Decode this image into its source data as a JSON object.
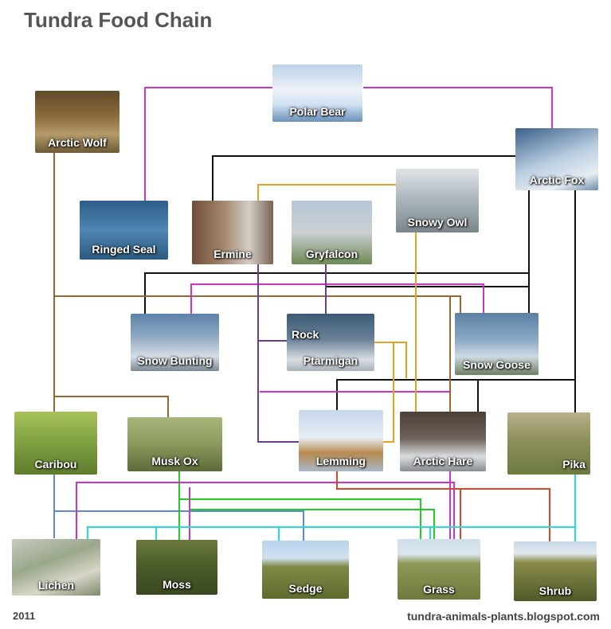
{
  "title": "Tundra Food Chain",
  "footer": {
    "year": "2011",
    "website": "tundra-animals-plants.blogspot.com"
  },
  "colors": {
    "polar_bear": "#cc33cc",
    "arctic_fox": "#111111",
    "arctic_wolf": "#996633",
    "snowy_owl": "#e8a020",
    "ermine_gryfalcon": "#6a3d8f",
    "caribou_lichen": "#5b8ad6",
    "musk_ox": "#22cc22",
    "arctic_hare": "#dd4422",
    "pika": "#22dddd"
  },
  "nodes": {
    "polar_bear": "Polar Bear",
    "arctic_wolf": "Arctic Wolf",
    "arctic_fox": "Arctic Fox",
    "snowy_owl": "Snowy Owl",
    "ringed_seal": "Ringed Seal",
    "ermine": "Ermine",
    "gryfalcon": "Gryfalcon",
    "snow_bunting": "Snow Bunting",
    "rock_ptarmigan_1": "Rock",
    "rock_ptarmigan_2": "Ptarmigan",
    "snow_goose": "Snow Goose",
    "caribou": "Caribou",
    "musk_ox": "Musk Ox",
    "lemming": "Lemming",
    "arctic_hare": "Arctic Hare",
    "pika": "Pika",
    "lichen": "Lichen",
    "moss": "Moss",
    "sedge": "Sedge",
    "grass": "Grass",
    "shrub": "Shrub"
  }
}
